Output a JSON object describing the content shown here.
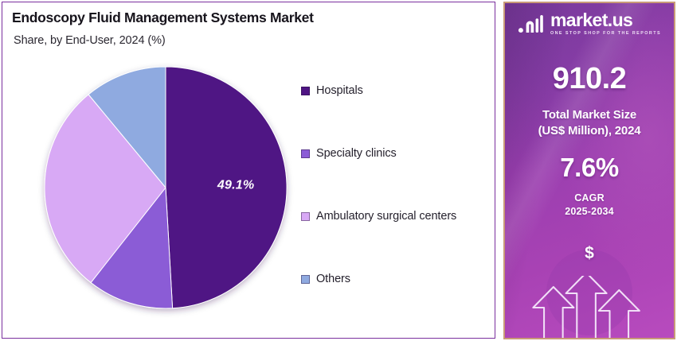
{
  "chart_panel": {
    "title": "Endoscopy Fluid Management Systems Market",
    "subtitle": "Share, by End-User, 2024 (%)"
  },
  "chart_data": {
    "type": "pie",
    "title": "Endoscopy Fluid Management Systems Market",
    "subtitle": "Share, by End-User, 2024 (%)",
    "xlabel": "",
    "ylabel": "",
    "unit": "%",
    "legend_position": "right",
    "grid": false,
    "start_angle_deg": 0,
    "direction": "clockwise",
    "categories": [
      "Hospitals",
      "Specialty clinics",
      "Ambulatory surgical centers",
      "Others"
    ],
    "values": [
      49.1,
      11.5,
      28.4,
      11.0
    ],
    "colors": [
      "#4F1484",
      "#8B5CD6",
      "#D8A9F5",
      "#8FAAE0"
    ],
    "data_labels": [
      "49.1%",
      "",
      "",
      ""
    ],
    "slices": [
      {
        "label": "Hospitals",
        "value": 49.1,
        "display": "49.1%",
        "color": "#4F1484",
        "labeled": true
      },
      {
        "label": "Specialty clinics",
        "value": 11.5,
        "display": "",
        "color": "#8B5CD6",
        "labeled": false
      },
      {
        "label": "Ambulatory surgical centers",
        "value": 28.4,
        "display": "",
        "color": "#D8A9F5",
        "labeled": false
      },
      {
        "label": "Others",
        "value": 11.0,
        "display": "",
        "color": "#8FAAE0",
        "labeled": false
      }
    ]
  },
  "legend": {
    "items": [
      {
        "label": "Hospitals",
        "color": "#4F1484"
      },
      {
        "label": "Specialty clinics",
        "color": "#8B5CD6"
      },
      {
        "label": "Ambulatory surgical centers",
        "color": "#D8A9F5"
      },
      {
        "label": "Others",
        "color": "#8FAAE0"
      }
    ]
  },
  "info_panel": {
    "logo_word": "market.us",
    "logo_tagline": "ONE STOP SHOP FOR THE REPORTS",
    "market_size_value": "910.2",
    "market_size_caption": "Total Market Size\n(US$ Million), 2024",
    "market_size_caption_line1": "Total Market Size",
    "market_size_caption_line2": "(US$ Million), 2024",
    "cagr_value": "7.6%",
    "cagr_label_line1": "CAGR",
    "cagr_label_line2": "2025-2034",
    "currency_symbol": "$",
    "border_color": "#c99b77",
    "background_accent": "#9c3fb0"
  }
}
